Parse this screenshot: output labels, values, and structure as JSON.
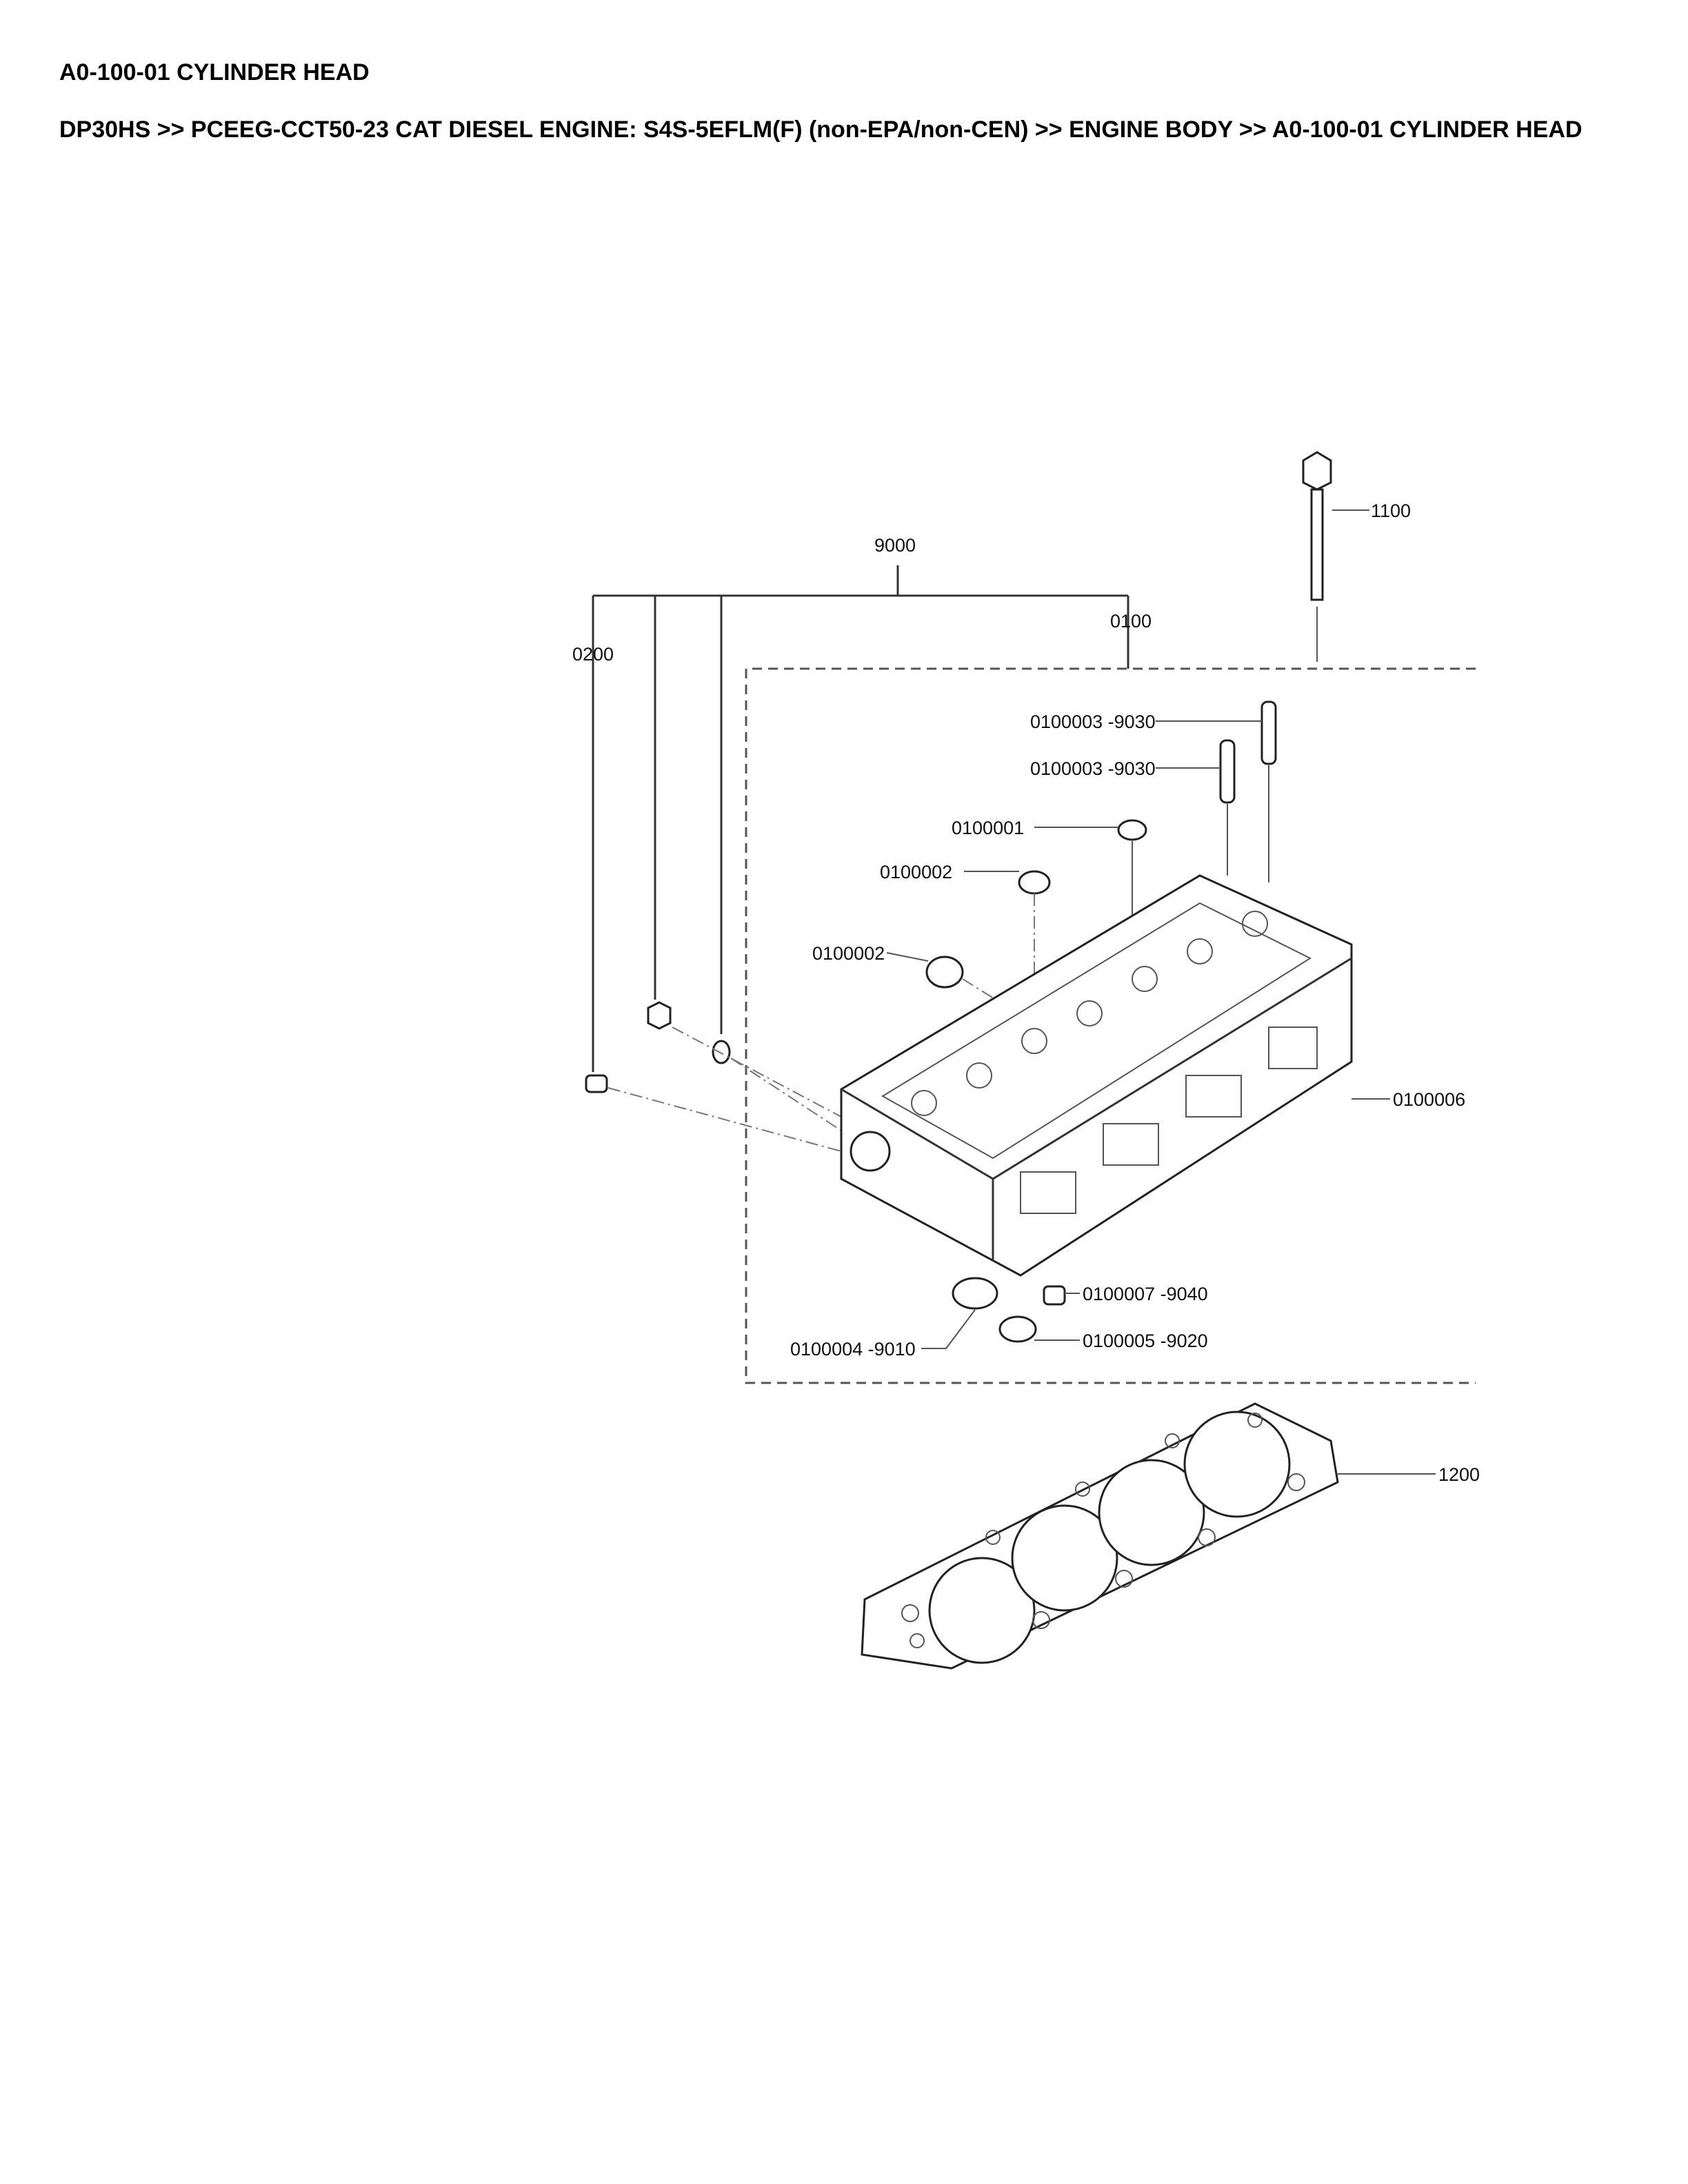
{
  "header": {
    "title": "A0-100-01 CYLINDER HEAD",
    "breadcrumb": "DP30HS >> PCEEG-CCT50-23 CAT DIESEL ENGINE: S4S-5EFLM(F) (non-EPA/non-CEN) >> ENGINE BODY >> A0-100-01 CYLINDER HEAD"
  },
  "diagram": {
    "callouts": {
      "c9000": "9000",
      "c1100": "1100",
      "c0100": "0100",
      "c0200": "0200",
      "c0100003a": "0100003 -9030",
      "c0100003b": "0100003 -9030",
      "c0100001": "0100001",
      "c0100002a": "0100002",
      "c0100002b": "0100002",
      "c0100006": "0100006",
      "c0100007": "0100007 -9040",
      "c0100005": "0100005 -9020",
      "c0100004": "0100004 -9010",
      "c1200": "1200"
    }
  }
}
